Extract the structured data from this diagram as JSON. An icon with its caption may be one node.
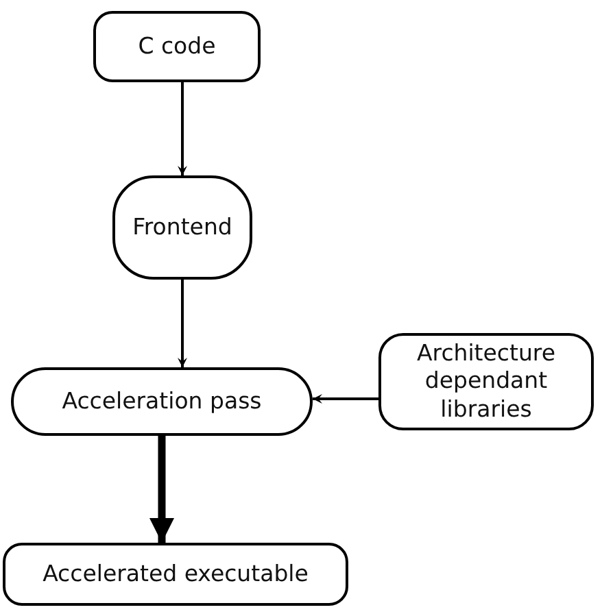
{
  "diagram": {
    "nodes": [
      {
        "text": [
          "C code"
        ]
      },
      {
        "text": [
          "Frontend"
        ]
      },
      {
        "text": [
          "Acceleration pass"
        ]
      },
      {
        "text": [
          "Architecture dependant libraries"
        ]
      },
      {
        "text": [
          "Accelerated executable"
        ]
      }
    ],
    "edges": [
      {
        "from": 0,
        "to": 1,
        "arrow": "to"
      },
      {
        "from": 1,
        "to": 2,
        "arrow": "to"
      },
      {
        "from": 3,
        "to": 2,
        "arrow": "to"
      },
      {
        "from": 2,
        "to": 4,
        "arrow": "to",
        "style": "thick"
      }
    ]
  }
}
